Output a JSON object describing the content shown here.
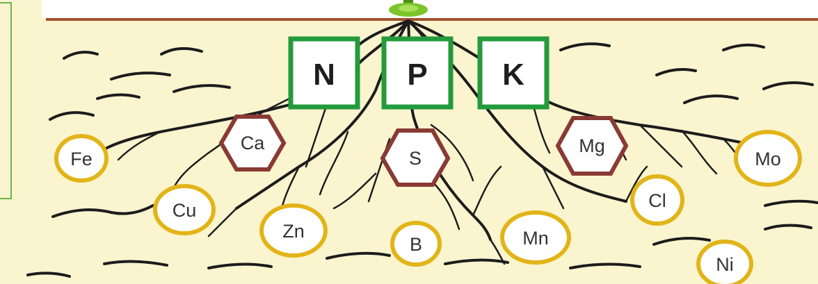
{
  "colors": {
    "soil": "#fbf5cf",
    "surface_line": "#a05230",
    "plant": "#7cc42a",
    "macro_border": "#239b3c",
    "secondary_border": "#8a3a34",
    "micro_border": "#e2b418",
    "root": "#1c1c1c",
    "left_panel_border": "#6db34a"
  },
  "macronutrients": [
    {
      "symbol": "N"
    },
    {
      "symbol": "P"
    },
    {
      "symbol": "K"
    }
  ],
  "secondary_nutrients": [
    {
      "symbol": "Ca"
    },
    {
      "symbol": "S"
    },
    {
      "symbol": "Mg"
    }
  ],
  "micronutrients": [
    {
      "symbol": "Fe"
    },
    {
      "symbol": "Cu"
    },
    {
      "symbol": "Zn"
    },
    {
      "symbol": "B"
    },
    {
      "symbol": "Mn"
    },
    {
      "symbol": "Cl"
    },
    {
      "symbol": "Mo"
    },
    {
      "symbol": "Ni"
    }
  ]
}
